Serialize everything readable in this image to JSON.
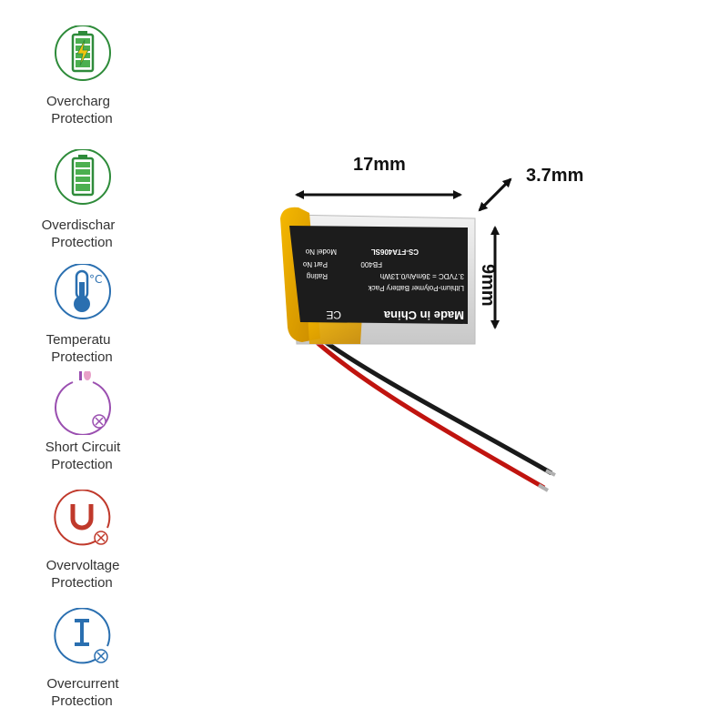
{
  "features": [
    {
      "name": "overcharge-protection",
      "icon": "battery-bolt-icon",
      "color": "#2e8b3a",
      "line1": "Overcharg",
      "line2": "Protection"
    },
    {
      "name": "overdischarge-protection",
      "icon": "battery-full-icon",
      "color": "#2e8b3a",
      "line1": "Overdischar",
      "line2": "Protection"
    },
    {
      "name": "temperature-protection",
      "icon": "thermometer-icon",
      "color": "#2a6fb0",
      "line1": "Temperatu",
      "line2": "Protection"
    },
    {
      "name": "short-circuit-protection",
      "icon": "power-icon",
      "color": "#9a4fb0",
      "line1": "Short Circuit",
      "line2": "Protection"
    },
    {
      "name": "overvoltage-protection",
      "icon": "voltage-u-icon",
      "color": "#c0392b",
      "line1": "Overvoltage",
      "line2": "Protection"
    },
    {
      "name": "overcurrent-protection",
      "icon": "current-i-icon",
      "color": "#2a6fb0",
      "line1": "Overcurrent",
      "line2": "Protection"
    }
  ],
  "dimensions": {
    "length": "17mm",
    "thickness": "3.7mm",
    "width": "9mm"
  },
  "battery_label": {
    "made_in": "Made in China",
    "type": "Lithium-Polymer Battery Pack",
    "rating": "3.7VDC = 36mAh/0.13Wh",
    "rating_label": "Rating",
    "part_label": "Part No",
    "part_no": "FB400",
    "model_label": "Model No",
    "model_no": "CS-FTA406SL"
  }
}
